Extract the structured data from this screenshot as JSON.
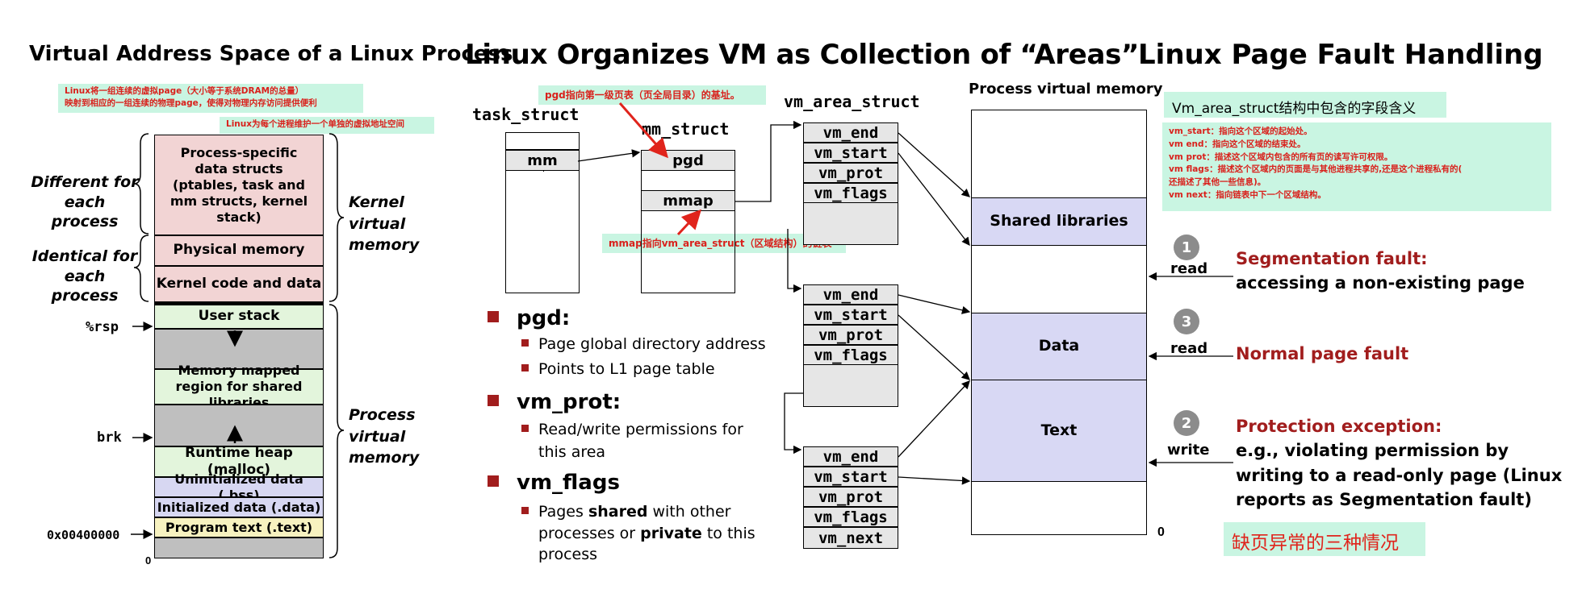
{
  "left": {
    "title": "Virtual Address Space of a Linux Process",
    "note1_line1": "Linux将一组连续的虚拟page（大小等于系统DRAM的总量）",
    "note1_line2": "映射到相应的一组连续的物理page，使得对物理内存访问提供便利",
    "note2": "Linux为每个进程维护一个单独的虚拟地址空间",
    "blocks": {
      "process_specific": "Process-specific data structs  (ptables, task and mm structs, kernel stack)",
      "physical_memory": "Physical memory",
      "kernel_code": "Kernel code and data",
      "user_stack": "User stack",
      "mmap_region": "Memory mapped region for shared libraries",
      "runtime_heap": "Runtime heap (malloc)",
      "bss": "Uninitialized data (.bss)",
      "data": "Initialized data (.data)",
      "text": "Program text (.text)"
    },
    "labels": {
      "different": "Different for each process",
      "identical": "Identical  for each process",
      "kernel_vm": "Kernel virtual memory",
      "process_vm": "Process virtual memory",
      "rsp": "%rsp",
      "brk": "brk",
      "addr": "0x00400000",
      "zero": "0"
    }
  },
  "middle": {
    "title": "Linux Organizes VM as Collection of “Areas”",
    "task_struct": "task_struct",
    "mm_struct": "mm_struct",
    "vm_area_struct": "vm_area_struct",
    "mm": "mm",
    "pgd": "pgd",
    "mmap": "mmap",
    "note_pgd": "pgd指向第一级页表（页全局目录）的基址。",
    "note_mmap": "mmap指向vm_area_struct（区域结构）的链表",
    "area_fields": [
      "vm_end",
      "vm_start",
      "vm_prot",
      "vm_flags"
    ],
    "next_field": "vm_next",
    "bullets": [
      {
        "head": "pgd:",
        "subs": [
          [
            "Page global directory address"
          ],
          [
            "Points to L1 page table"
          ]
        ]
      },
      {
        "head": "vm_prot:",
        "subs": [
          [
            "Read/write permissions for",
            "this area"
          ]
        ]
      },
      {
        "head": "vm_flags",
        "subs": []
      }
    ],
    "flags_sub": {
      "l1_pre": "Pages ",
      "l1_bold": "shared",
      "l1_post": " with other",
      "l2_pre": "processes or ",
      "l2_bold": "private",
      "l2_post": " to this",
      "l3": "process"
    },
    "pvm_title": "Process virtual memory",
    "regions": {
      "shared": "Shared libraries",
      "data": "Data",
      "text": "Text"
    },
    "zero": "0"
  },
  "right": {
    "title": "Linux Page Fault Handling",
    "note_title": "Vm_area_struct结构中包含的字段含义",
    "note_lines": [
      "vm_start：指向这个区域的起始处。",
      "vm end：指向这个区域的结束处。",
      "vm prot：描述这个区域内包含的所有页的读写许可权限。",
      "vm flags：描述这个区域内的页面是与其他进程共享的,还是这个进程私有的(",
      "还描述了其他一些信息)。",
      "vm next：指向链表中下一个区域结构。"
    ],
    "faults": [
      {
        "num": "1",
        "op": "read",
        "title": "Segmentation fault:",
        "desc": [
          "accessing a non-existing page"
        ]
      },
      {
        "num": "3",
        "op": "read",
        "title": "Normal page fault",
        "desc": []
      },
      {
        "num": "2",
        "op": "write",
        "title": "Protection exception:",
        "desc": [
          "e.g., violating permission by",
          "writing to a read-only page (Linux",
          "reports as Segmentation fault)"
        ]
      }
    ],
    "summary": "缺页异常的三种情况"
  },
  "colors": {
    "kernel_pink": "#f2d4d4",
    "user_green": "#e3f5dc",
    "gray": "#bfbfbf",
    "bss_lavender": "#d7d7f2",
    "text_yellow": "#f7f2c0",
    "note_bg": "#c9f5e2",
    "note_red": "#d9211c",
    "dark_red": "#a11d1d",
    "region_lavender": "#d8d8f4"
  }
}
